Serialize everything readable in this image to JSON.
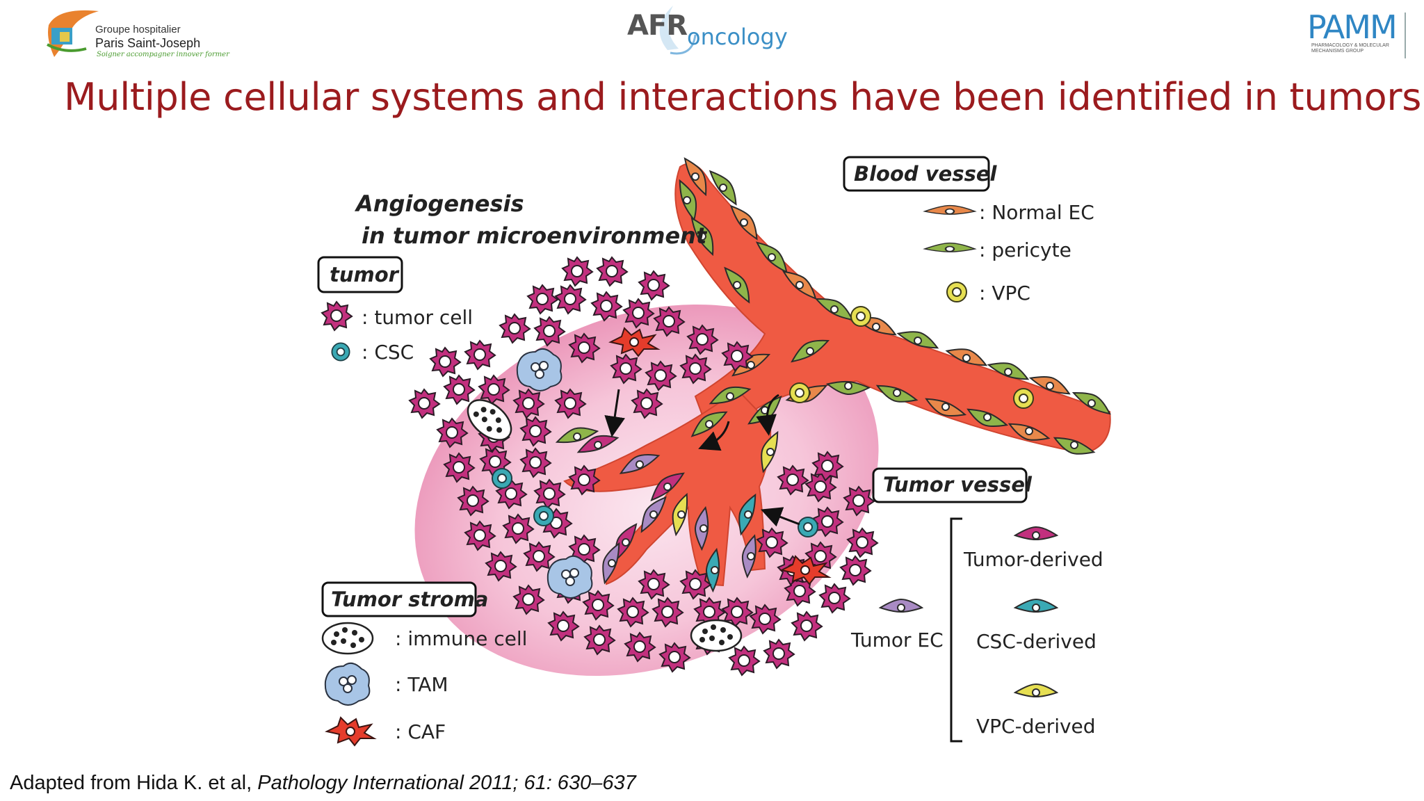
{
  "logos": {
    "left": {
      "line1": "Groupe hospitalier",
      "line2": "Paris Saint-Joseph",
      "line3": "Soigner accompagner innover former"
    },
    "center": {
      "main": "AFR",
      "sub": "oncology"
    },
    "right": {
      "main": "PAMM",
      "sub": "PHARMACOLOGY & MOLECULAR MECHANISMS GROUP"
    }
  },
  "title": "Multiple cellular systems and interactions have been identified in tumors",
  "figure": {
    "heading_line1": "Angiogenesis",
    "heading_line2": "in tumor microenvironment",
    "tumor_box": "tumor",
    "tumor_cell_label": ": tumor cell",
    "csc_label": ": CSC",
    "stroma_box": "Tumor stroma",
    "immune_label": ": immune cell",
    "tam_label": ": TAM",
    "caf_label": ": CAF",
    "blood_vessel_box": "Blood vessel",
    "normal_ec_label": ": Normal EC",
    "pericyte_label": ": pericyte",
    "vpc_label": ": VPC",
    "tumor_vessel_box": "Tumor vessel",
    "tumor_ec_label": "Tumor EC",
    "tumor_derived_label": "Tumor-derived",
    "csc_derived_label": "CSC-derived",
    "vpc_derived_label": "VPC-derived"
  },
  "colors": {
    "title": "#9b1b1e",
    "vessel": "#ef5a43",
    "tumor_cell": "#c2307e",
    "csc": "#3aa9b4",
    "normal_ec": "#e8884a",
    "pericyte": "#8fb54a",
    "vpc": "#e6df52",
    "tumor_ec": "#a98bc4",
    "tam": "#a8c5e6",
    "caf": "#e53c2b"
  },
  "citation": {
    "prefix": "Adapted from Hida K. et al, ",
    "italic": "Pathology International 2011; 61: 630–637"
  }
}
